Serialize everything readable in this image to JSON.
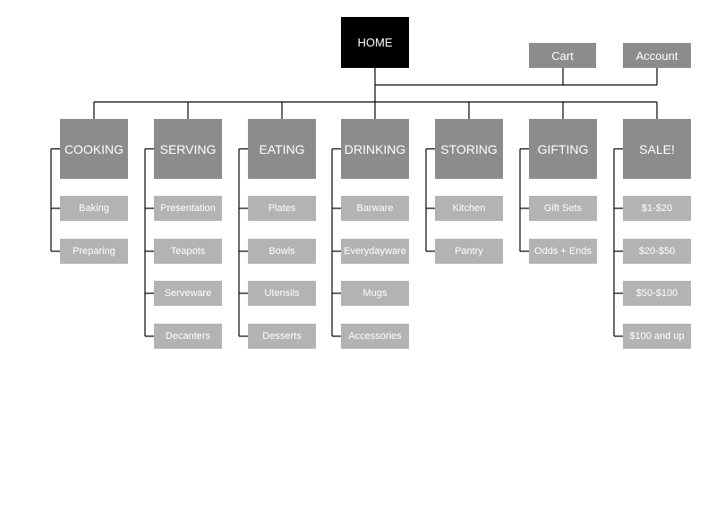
{
  "home": {
    "label": "HOME"
  },
  "utility": [
    {
      "id": "cart",
      "label": "Cart"
    },
    {
      "id": "account",
      "label": "Account"
    }
  ],
  "categories": [
    {
      "id": "cooking",
      "label": "COOKING",
      "items": [
        "Baking",
        "Preparing"
      ]
    },
    {
      "id": "serving",
      "label": "SERVING",
      "items": [
        "Presentation",
        "Teapots",
        "Serveware",
        "Decanters"
      ]
    },
    {
      "id": "eating",
      "label": "EATING",
      "items": [
        "Plates",
        "Bowls",
        "Utensils",
        "Desserts"
      ]
    },
    {
      "id": "drinking",
      "label": "DRINKING",
      "items": [
        "Barware",
        "Everydayware",
        "Mugs",
        "Accessories"
      ]
    },
    {
      "id": "storing",
      "label": "STORING",
      "items": [
        "Kitchen",
        "Pantry"
      ]
    },
    {
      "id": "gifting",
      "label": "GIFTING",
      "items": [
        "Gift Sets",
        "Odds + Ends"
      ]
    },
    {
      "id": "sale",
      "label": "SALE!",
      "items": [
        "$1-$20",
        "$20-$50",
        "$50-$100",
        "$100 and up"
      ]
    }
  ]
}
